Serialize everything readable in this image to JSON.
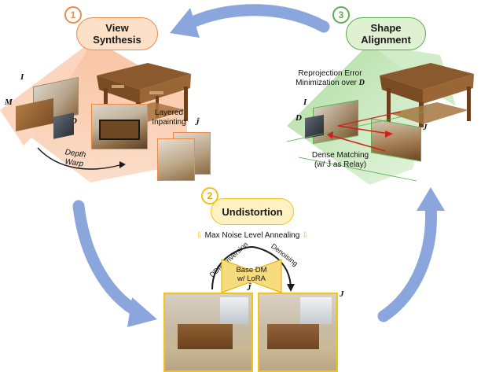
{
  "steps": {
    "view_synthesis": {
      "number": "1",
      "title_line1": "View",
      "title_line2": "Synthesis"
    },
    "undistortion": {
      "number": "2",
      "title": "Undistortion"
    },
    "shape_alignment": {
      "number": "3",
      "title_line1": "Shape",
      "title_line2": "Alignment"
    }
  },
  "view_synthesis_labels": {
    "I": "I",
    "M": "M",
    "D": "D",
    "J_hat": "Ĵ",
    "layered_inpainting_1": "Layered",
    "layered_inpainting_2": "Inpainting",
    "depth_warp_1": "Depth",
    "depth_warp_2": "Warp"
  },
  "shape_alignment_labels": {
    "reprojection_1": "Reprojection Error",
    "reprojection_2": "Minimization over",
    "reprojection_var": "D",
    "I": "I",
    "D": "D",
    "J": "J",
    "dense_matching_1": "Dense Matching",
    "dense_matching_2": "(w/ Ĵ as Relay)"
  },
  "undistortion_labels": {
    "annealing": "Max Noise Level Annealing",
    "ddim_inversion": "DDIM Inversion",
    "denoising": "Denoising",
    "base_dm_1": "Base DM",
    "base_dm_2": "w/ LoRA",
    "J_hat": "Ĵ",
    "J": "J"
  },
  "colors": {
    "orange": "#f08a4b",
    "orange_fill": "#fde0c8",
    "yellow": "#f2c318",
    "yellow_fill": "#fff1c2",
    "green": "#5aae4e",
    "green_fill": "#dff0d3",
    "blue_arrow": "#8aa6dc"
  }
}
